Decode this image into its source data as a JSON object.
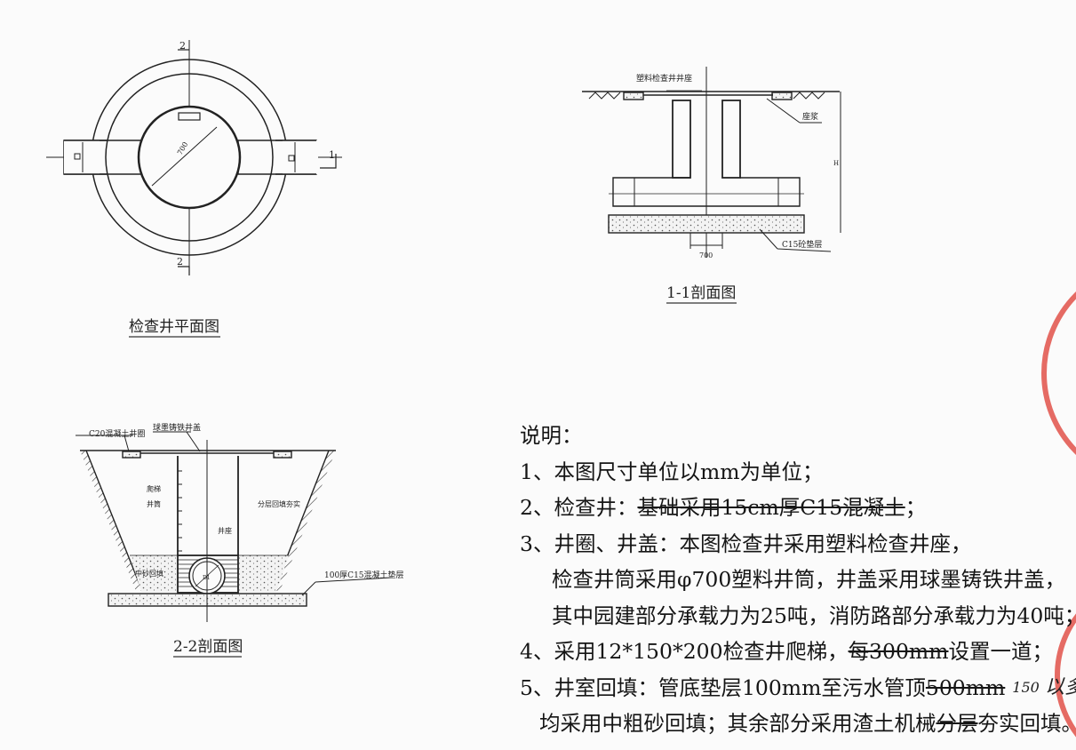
{
  "plan_view": {
    "title": "检查井平面图",
    "section_mark_1": "1",
    "section_mark_2": "2",
    "diameter_label": "700"
  },
  "section_1_1": {
    "title": "1-1剖面图",
    "label_seat": "塑料检查井井座",
    "label_mortar": "座浆",
    "label_base": "C15砼垫层",
    "label_height": "H",
    "dimension_width": "700"
  },
  "section_2_2": {
    "title": "2-2剖面图",
    "label_ring": "C20混凝土井圈",
    "label_cover": "球墨铸铁井盖",
    "label_ladder": "爬梯",
    "label_shaft": "井筒",
    "label_seat": "井座",
    "label_backfill": "分层回填夯实",
    "label_sand": "中砂回填",
    "label_base": "100厚C15混凝土垫层",
    "label_pipe": "D1"
  },
  "notes": {
    "heading": "说明：",
    "items": [
      "1、本图尺寸单位以mm为单位；",
      "2、检查井：",
      "基础采用15cm厚C15混凝土",
      "；",
      "3、井圈、井盖：本图检查井采用塑料检查井座，",
      "检查井筒采用φ700塑料井筒，井盖采用球墨铸铁井盖，",
      "其中园建部分承载力为25吨，消防路部分承载力为40吨；",
      "4、采用12*150*200检查井爬梯，",
      "每300mm",
      "设置一道；",
      "5、井室回填：管底垫层100mm至污水管顶",
      "500mm",
      "均采用中粗砂回填；其余部分采用渣土机械",
      "分层",
      "夯实回填。"
    ]
  },
  "handwritten": {
    "note_a": "以多",
    "note_b": "150"
  },
  "colors": {
    "ink": "#1a1a1a",
    "stamp": "#e0473f",
    "paper": "#fbfbfb"
  }
}
